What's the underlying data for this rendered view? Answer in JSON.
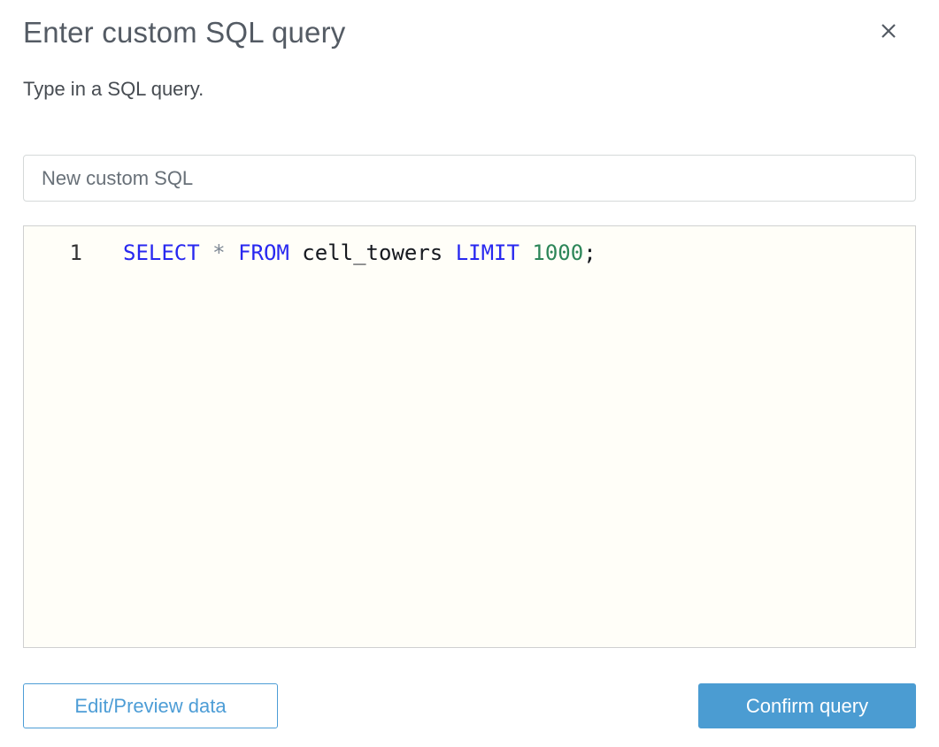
{
  "dialog": {
    "title": "Enter custom SQL query",
    "subtitle": "Type in a SQL query."
  },
  "icons": {
    "close": "✕"
  },
  "name_input": {
    "value": "New custom SQL"
  },
  "editor": {
    "line_number": "1",
    "code_text": "SELECT * FROM cell_towers LIMIT 1000;",
    "tokens": [
      {
        "text": "SELECT",
        "type": "keyword"
      },
      {
        "text": " * ",
        "type": "operator"
      },
      {
        "text": "FROM",
        "type": "keyword"
      },
      {
        "text": " cell_towers ",
        "type": "identifier"
      },
      {
        "text": "LIMIT",
        "type": "keyword"
      },
      {
        "text": " 1000",
        "type": "number"
      },
      {
        "text": ";",
        "type": "punctuation"
      }
    ]
  },
  "footer": {
    "edit_preview_label": "Edit/Preview data",
    "confirm_label": "Confirm query"
  },
  "colors": {
    "title_text": "#545b64",
    "subtitle_text": "#474c52",
    "input_text": "#687078",
    "border_gray": "#d5d9d9",
    "editor_border": "#d0d0d0",
    "editor_bg": "#fffef8",
    "line_number": "#333333",
    "keyword": "#2828f0",
    "operator": "#7e8894",
    "identifier": "#16191f",
    "number": "#2d8659",
    "punctuation": "#16191f",
    "accent_blue": "#4d9dd6",
    "confirm_fill": "#4b9cd2"
  }
}
